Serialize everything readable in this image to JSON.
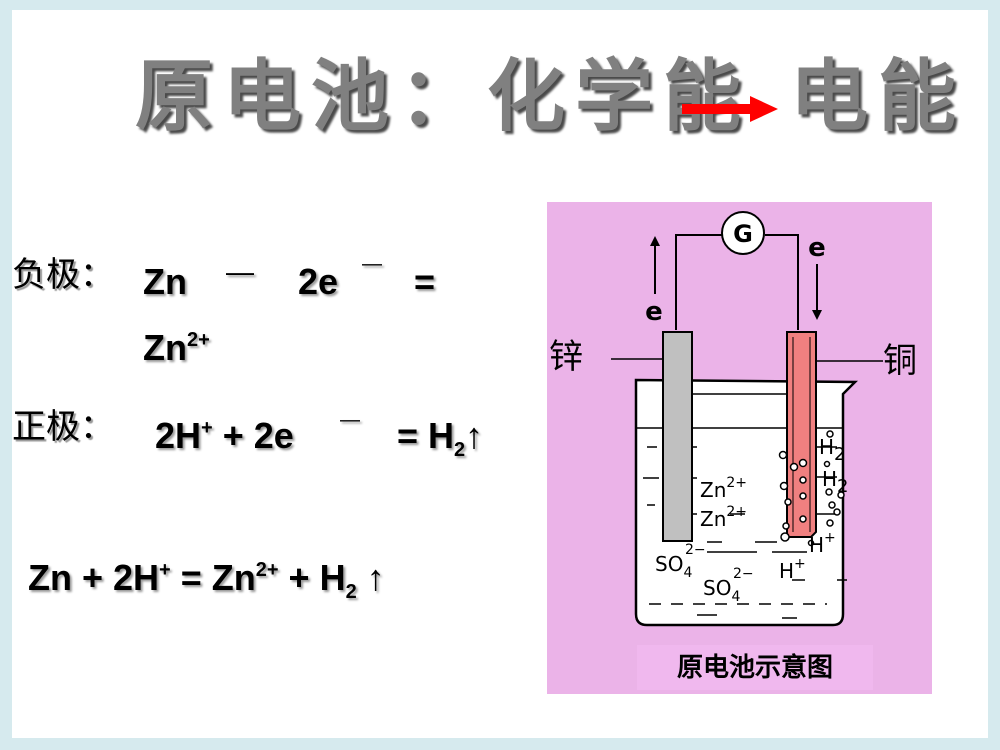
{
  "title": {
    "left": "原电池：化学能",
    "right": "电能",
    "arrow_color": "#ff0000",
    "text_color": "#808080"
  },
  "negative": {
    "label": "负极：",
    "zn": "Zn",
    "minus": "—",
    "electrons": "2e",
    "electron_charge": "—",
    "equals": "=",
    "product": "Zn",
    "product_charge": "2+"
  },
  "positive": {
    "label": "正极：",
    "reactant": "2H",
    "reactant_charge": "+",
    "plus": "+ 2e",
    "electron_charge": "—",
    "equals": "= H",
    "sub": "2",
    "arrow": "↑"
  },
  "overall": {
    "a": "Zn + 2H",
    "a_charge": "+",
    "b": " = Zn",
    "b_charge": "2+",
    "c": " + H",
    "sub": "2",
    "arrow": " ↑"
  },
  "diagram": {
    "background": "#ebb3e8",
    "galvanometer": "G",
    "electron_left": "e",
    "electron_right": "e",
    "zinc_label": "锌",
    "copper_label": "铜",
    "zinc_color": "#c0c0c0",
    "copper_color": "#f08080",
    "ions": {
      "h2": "H",
      "h2_sub": "2",
      "zn": "Zn",
      "zn_charge": "2+",
      "h": "H",
      "h_charge": "+",
      "so4": "SO",
      "so4_sub": "4",
      "so4_charge": "2−"
    },
    "caption": "原电池示意图"
  }
}
